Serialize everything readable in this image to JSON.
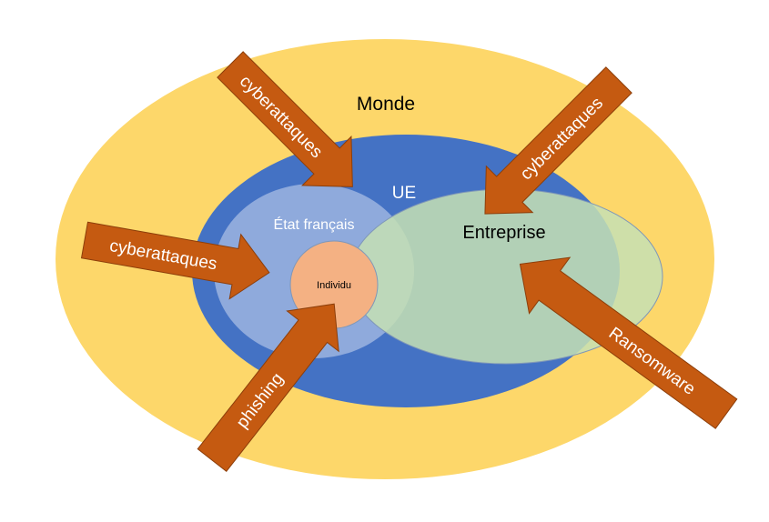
{
  "labels": {
    "monde": "Monde",
    "ue": "UE",
    "etat": "État français",
    "entreprise": "Entreprise",
    "individu": "Individu"
  },
  "arrows": {
    "top_left": "cyberattaques",
    "left": "cyberattaques",
    "top_right": "cyberattaques",
    "bottom_left": "phishing",
    "bottom_right": "Ransomware"
  },
  "colors": {
    "monde": "#FDD76A",
    "ue": "#4472C4",
    "etat": "#8FAADC",
    "entreprise": "#C5E0B4",
    "individu": "#F4B183",
    "arrow": "#C55A11"
  }
}
